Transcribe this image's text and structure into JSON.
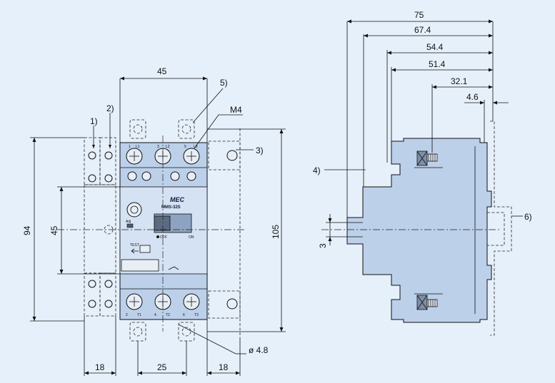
{
  "front": {
    "dim_width_top": "45",
    "dim_height_left": "94",
    "dim_mount_height": "45",
    "dim_height_right": "105",
    "dim_bottom_left": "18",
    "dim_bottom_mid": "25",
    "dim_bottom_right": "18",
    "hole_diameter": "ø 4.8",
    "screw_size": "M4",
    "callout_1": "1)",
    "callout_2": "2)",
    "callout_3": "3)",
    "callout_5": "5)",
    "brand": "MEC",
    "model": "MMS-32S",
    "terminals_top": [
      "1",
      "L1",
      "3",
      "L2",
      "5",
      "L3"
    ],
    "terminals_bottom": [
      "2",
      "T1",
      "4",
      "T2",
      "6",
      "T3"
    ],
    "off_label": "OFF",
    "on_label": "ON",
    "test_label": "TEST",
    "adj_label": "Adj"
  },
  "side": {
    "dim_75": "75",
    "dim_67_4": "67.4",
    "dim_54_4": "54.4",
    "dim_51_4": "51.4",
    "dim_32_1": "32.1",
    "dim_4_6": "4.6",
    "dim_3": "3",
    "callout_4": "4)",
    "callout_6": "6)"
  }
}
